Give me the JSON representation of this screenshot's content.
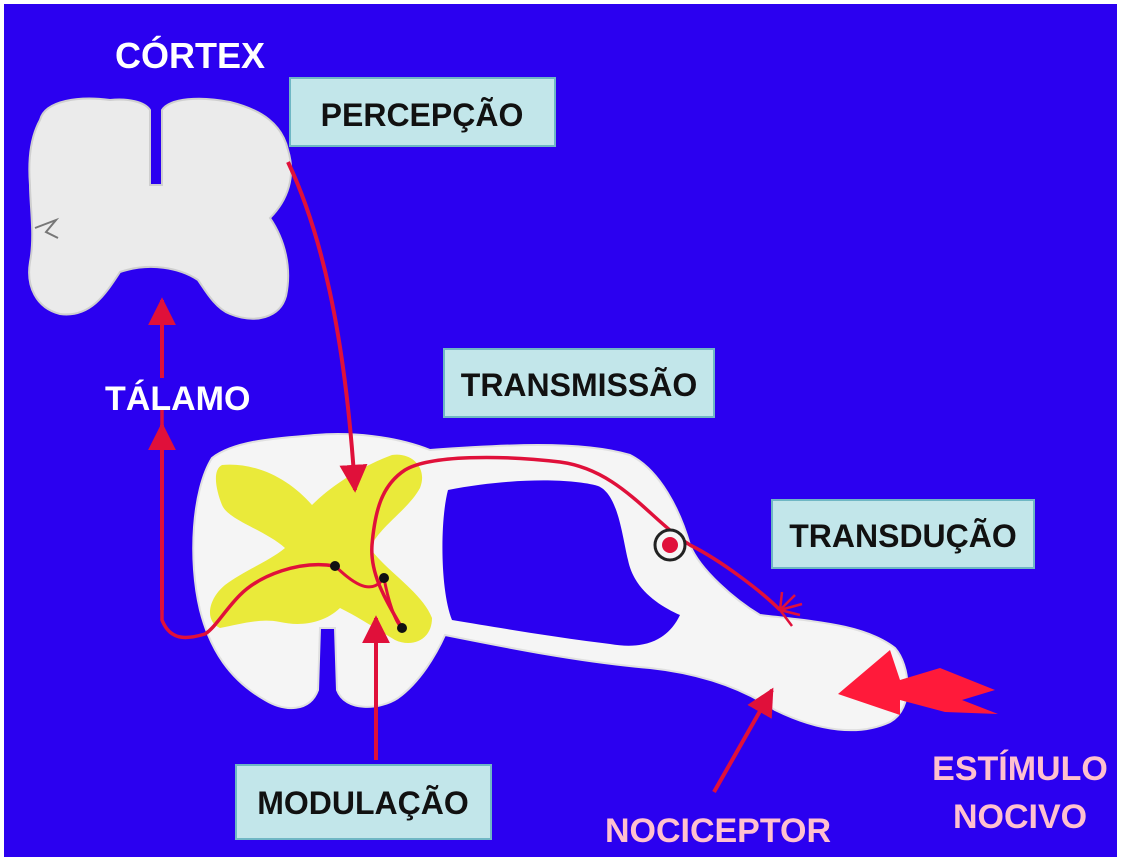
{
  "labels": {
    "cortex": "CÓRTEX",
    "thalamus": "TÁLAMO",
    "perception": "PERCEPÇÃO",
    "transmission": "TRANSMISSÃO",
    "transduction": "TRANSDUÇÃO",
    "modulation": "MODULAÇÃO",
    "nociceptor": "NOCICEPTOR",
    "stimulus_line1": "ESTÍMULO",
    "stimulus_line2": "NOCIVO"
  },
  "colors": {
    "background": "#2b00f0",
    "tissue": "#f5f5f5",
    "brain": "#ebebeb",
    "gray_matter": "#eaea3a",
    "nerve_path": "#e0103a",
    "label_box": "#c2e6ea",
    "label_text_white": "#ffffff",
    "label_text_pink": "#ffc0cf"
  }
}
